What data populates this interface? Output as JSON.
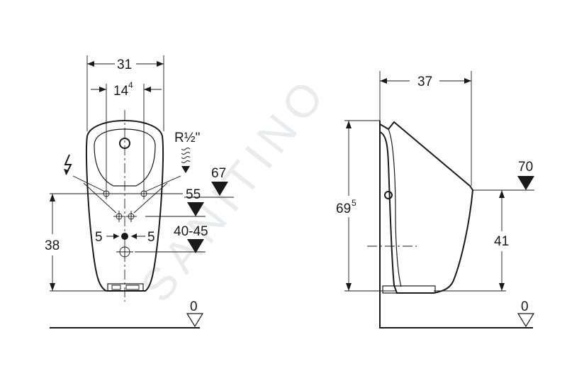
{
  "watermark": "SANITINO",
  "front_view": {
    "width": "31",
    "spacing_main": "14",
    "spacing_sup": "4",
    "thread": "R½\"",
    "height": "38",
    "level_67": "67",
    "level_55": "55",
    "level_40_45": "40-45",
    "offset_left": "5",
    "offset_right": "5",
    "floor": "0"
  },
  "side_view": {
    "depth": "37",
    "height_main": "69",
    "height_sup": "5",
    "level_70": "70",
    "height_41": "41",
    "floor": "0"
  }
}
